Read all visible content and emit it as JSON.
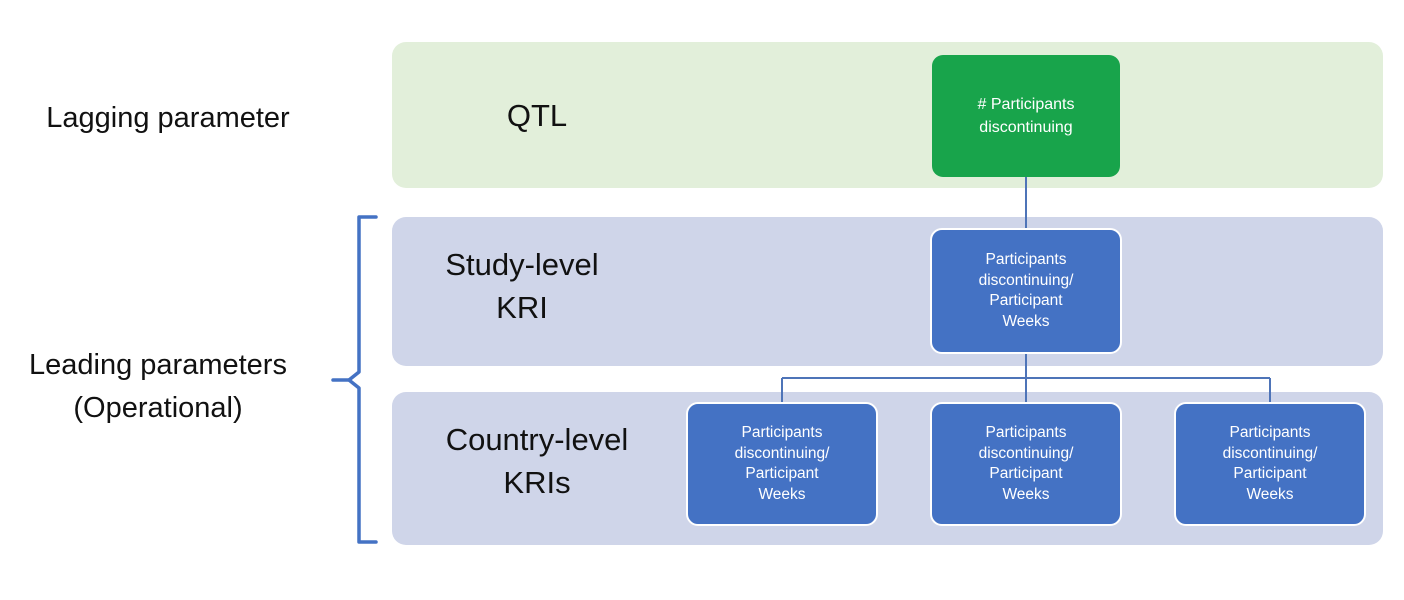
{
  "labels": {
    "lagging": "Lagging parameter",
    "leading_line1": "Leading parameters",
    "leading_line2": "(Operational)"
  },
  "bands": {
    "qtl": {
      "label": "QTL"
    },
    "study": {
      "line1": "Study-level",
      "line2": "KRI"
    },
    "country": {
      "line1": "Country-level",
      "line2": "KRIs"
    }
  },
  "nodes": {
    "qtl": {
      "line1": "# Participants",
      "line2": "discontinuing"
    },
    "study": {
      "line1": "Participants",
      "line2": "discontinuing/",
      "line3": "Participant",
      "line4": "Weeks"
    },
    "country": [
      {
        "line1": "Participants",
        "line2": "discontinuing/",
        "line3": "Participant",
        "line4": "Weeks"
      },
      {
        "line1": "Participants",
        "line2": "discontinuing/",
        "line3": "Participant",
        "line4": "Weeks"
      },
      {
        "line1": "Participants",
        "line2": "discontinuing/",
        "line3": "Participant",
        "line4": "Weeks"
      }
    ]
  },
  "colors": {
    "band_green": "#e2efda",
    "band_lavender": "#cfd5e9",
    "node_green": "#18a44b",
    "node_blue": "#4472c4",
    "connector_line": "#4e74b8",
    "brace": "#4472c4"
  }
}
